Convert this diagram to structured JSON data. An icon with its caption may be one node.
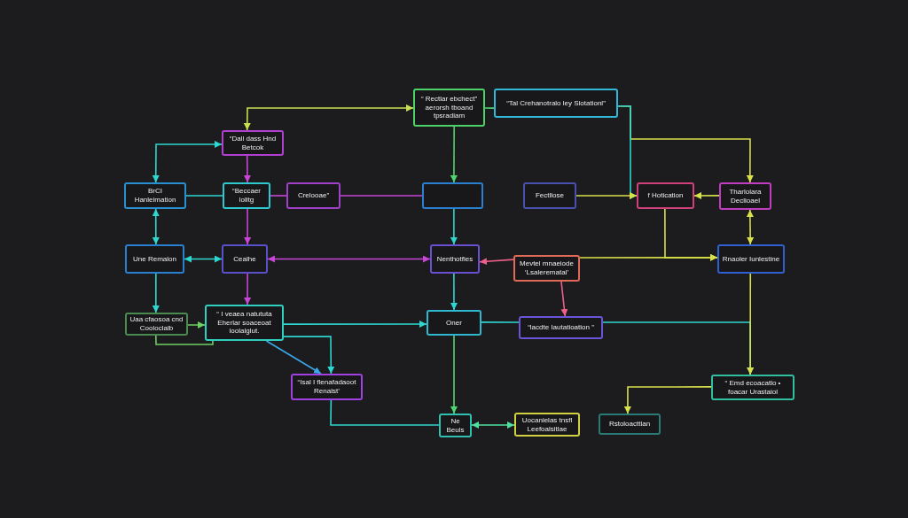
{
  "diagram": {
    "nodes": [
      {
        "text": [
          "“ Rectlar ebchect” aerorsh tboand tpsradiam"
        ]
      },
      {
        "text": [
          "“Tal Crehanotralo ley Slotationl”"
        ]
      },
      {
        "text": [
          "“Dall dass Hnd Betcok"
        ]
      },
      {
        "text": [
          "BrCI Hanleimation"
        ]
      },
      {
        "text": [
          "“Beccaer lolitg"
        ]
      },
      {
        "text": [
          "Crelooae”"
        ]
      },
      {
        "text": [],
        "shape": "box"
      },
      {
        "text": [
          "Fectllose"
        ]
      },
      {
        "text": [
          "f Hotication"
        ]
      },
      {
        "text": [
          "Tharlolara Declioael"
        ]
      },
      {
        "text": [
          "Une Remalon"
        ]
      },
      {
        "text": [
          "Cealhe"
        ]
      },
      {
        "text": [
          "Nenthotfies"
        ]
      },
      {
        "text": [
          "Mevtel mnaeiode ‘Lsalerematal’"
        ]
      },
      {
        "text": [
          "Rnaoler Iunlestine"
        ]
      },
      {
        "text": [
          "Uaa cfaosoa cnd Cooloclalb"
        ]
      },
      {
        "text": [
          "“ I veaea natututa Eherlar soaceoat loolalglut."
        ]
      },
      {
        "text": [
          "Oner"
        ]
      },
      {
        "text": [
          "“lacdte Iautatioation ”"
        ]
      },
      {
        "text": [
          "“Isal I flenafadaoot Renalst’"
        ]
      },
      {
        "text": [
          "Ne Beuls"
        ]
      },
      {
        "text": [
          "Uocanielas tnsfl Leefoalsitlae"
        ]
      },
      {
        "text": [
          "“ Emd ecoacatlo • foacar Urastaiol"
        ]
      },
      {
        "text": [
          "Rstoloacttlan"
        ]
      }
    ],
    "edges": [
      {
        "from": 0,
        "to": 2,
        "arrow": "both",
        "color": "#c8e050"
      },
      {
        "from": 3,
        "to": 2,
        "arrow": "both"
      },
      {
        "from": 2,
        "to": 4,
        "arrow": "to",
        "color": "#c845d8"
      },
      {
        "from": 3,
        "to": 4,
        "arrow": "none"
      },
      {
        "from": 4,
        "to": 5,
        "arrow": "none",
        "color": "#c845d8"
      },
      {
        "from": 5,
        "to": 6,
        "arrow": "none",
        "color": "#c845d8"
      },
      {
        "from": 0,
        "to": 6,
        "arrow": "to",
        "color": "#4fd66e"
      },
      {
        "from": 0,
        "to": 1,
        "arrow": "none",
        "color": "#4fd66e"
      },
      {
        "from": 1,
        "to": 9,
        "arrow": "to",
        "color": "#d8e04a"
      },
      {
        "from": 1,
        "to": 8,
        "arrow": "to"
      },
      {
        "from": 7,
        "to": 8,
        "arrow": "to",
        "color": "#d8e04a"
      },
      {
        "from": 9,
        "to": 8,
        "arrow": "to",
        "color": "#d8e04a"
      },
      {
        "from": 3,
        "to": 10,
        "arrow": "both"
      },
      {
        "from": 4,
        "to": 11,
        "arrow": "to",
        "color": "#c845d8"
      },
      {
        "from": 6,
        "to": 12,
        "arrow": "to"
      },
      {
        "from": 9,
        "to": 14,
        "arrow": "both",
        "color": "#d8e04a"
      },
      {
        "from": 10,
        "to": 11,
        "arrow": "both"
      },
      {
        "from": 11,
        "to": 12,
        "arrow": "both",
        "color": "#c845d8"
      },
      {
        "from": 13,
        "to": 12,
        "arrow": "to",
        "color": "#ee5f8a"
      },
      {
        "from": 13,
        "to": 14,
        "arrow": "to",
        "color": "#d8e04a"
      },
      {
        "from": 8,
        "to": 14,
        "arrow": "to",
        "color": "#d8e04a"
      },
      {
        "from": 10,
        "to": 15,
        "arrow": "to"
      },
      {
        "from": 11,
        "to": 16,
        "arrow": "to",
        "color": "#c845d8"
      },
      {
        "from": 15,
        "to": 16,
        "arrow": "to",
        "color": "#6ccf62"
      },
      {
        "from": 15,
        "to": 16,
        "arrow": "none",
        "color": "#6ccf62"
      },
      {
        "from": 16,
        "to": 17,
        "arrow": "to"
      },
      {
        "from": 12,
        "to": 17,
        "arrow": "to"
      },
      {
        "from": 13,
        "to": 18,
        "arrow": "to",
        "color": "#ee5f8a"
      },
      {
        "from": 17,
        "to": 18,
        "arrow": "none"
      },
      {
        "from": 18,
        "to": 22,
        "arrow": "to"
      },
      {
        "from": 14,
        "to": 22,
        "arrow": "to",
        "color": "#d8e04a"
      },
      {
        "from": 16,
        "to": 19,
        "arrow": "to"
      },
      {
        "from": 16,
        "to": 19,
        "arrow": "to",
        "color": "#3aa8e8"
      },
      {
        "from": 17,
        "to": 20,
        "arrow": "to",
        "color": "#4fd66e"
      },
      {
        "from": 19,
        "to": 20,
        "arrow": "none"
      },
      {
        "from": 20,
        "to": 21,
        "arrow": "both",
        "color": "#4fe0a0"
      },
      {
        "from": 22,
        "to": 23,
        "arrow": "to",
        "color": "#d8e04a"
      }
    ]
  }
}
